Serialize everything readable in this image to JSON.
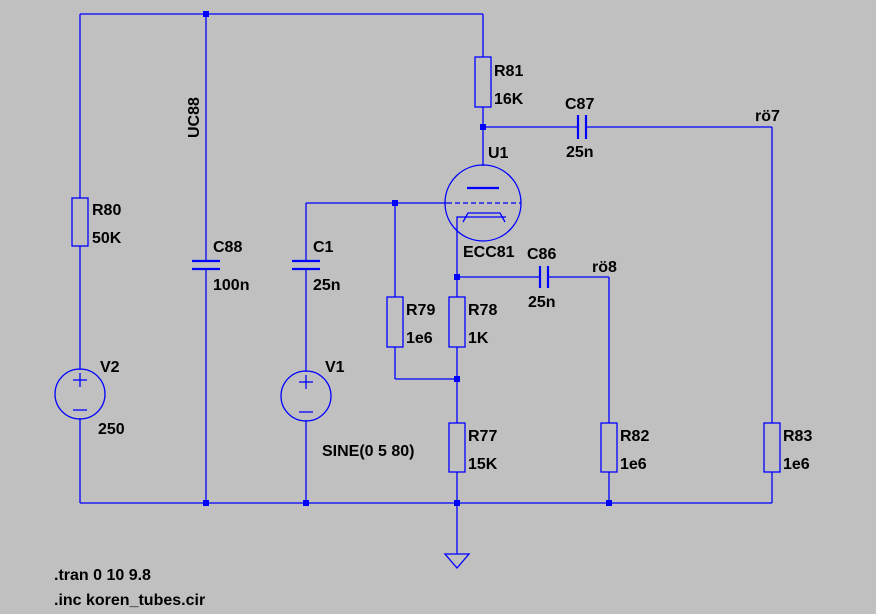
{
  "colors": {
    "background": "#c0c0c0",
    "wire": "#0000ff",
    "text": "#000000"
  },
  "components": {
    "R80": {
      "ref": "R80",
      "value": "50K"
    },
    "R81": {
      "ref": "R81",
      "value": "16K"
    },
    "R77": {
      "ref": "R77",
      "value": "15K"
    },
    "R78": {
      "ref": "R78",
      "value": "1K"
    },
    "R79": {
      "ref": "R79",
      "value": "1e6"
    },
    "R82": {
      "ref": "R82",
      "value": "1e6"
    },
    "R83": {
      "ref": "R83",
      "value": "1e6"
    },
    "C88": {
      "ref": "C88",
      "value": "100n"
    },
    "C1": {
      "ref": "C1",
      "value": "25n"
    },
    "C86": {
      "ref": "C86",
      "value": "25n"
    },
    "C87": {
      "ref": "C87",
      "value": "25n"
    },
    "V1": {
      "ref": "V1",
      "value": "SINE(0 5 80)"
    },
    "V2": {
      "ref": "V2",
      "value": "250"
    },
    "U1": {
      "ref": "U1",
      "value": "ECC81"
    }
  },
  "net_labels": {
    "uc88": "UC88",
    "ro7": "rö7",
    "ro8": "rö8"
  },
  "directives": {
    "tran": ".tran 0 10 9.8",
    "inc": ".inc koren_tubes.cir"
  }
}
